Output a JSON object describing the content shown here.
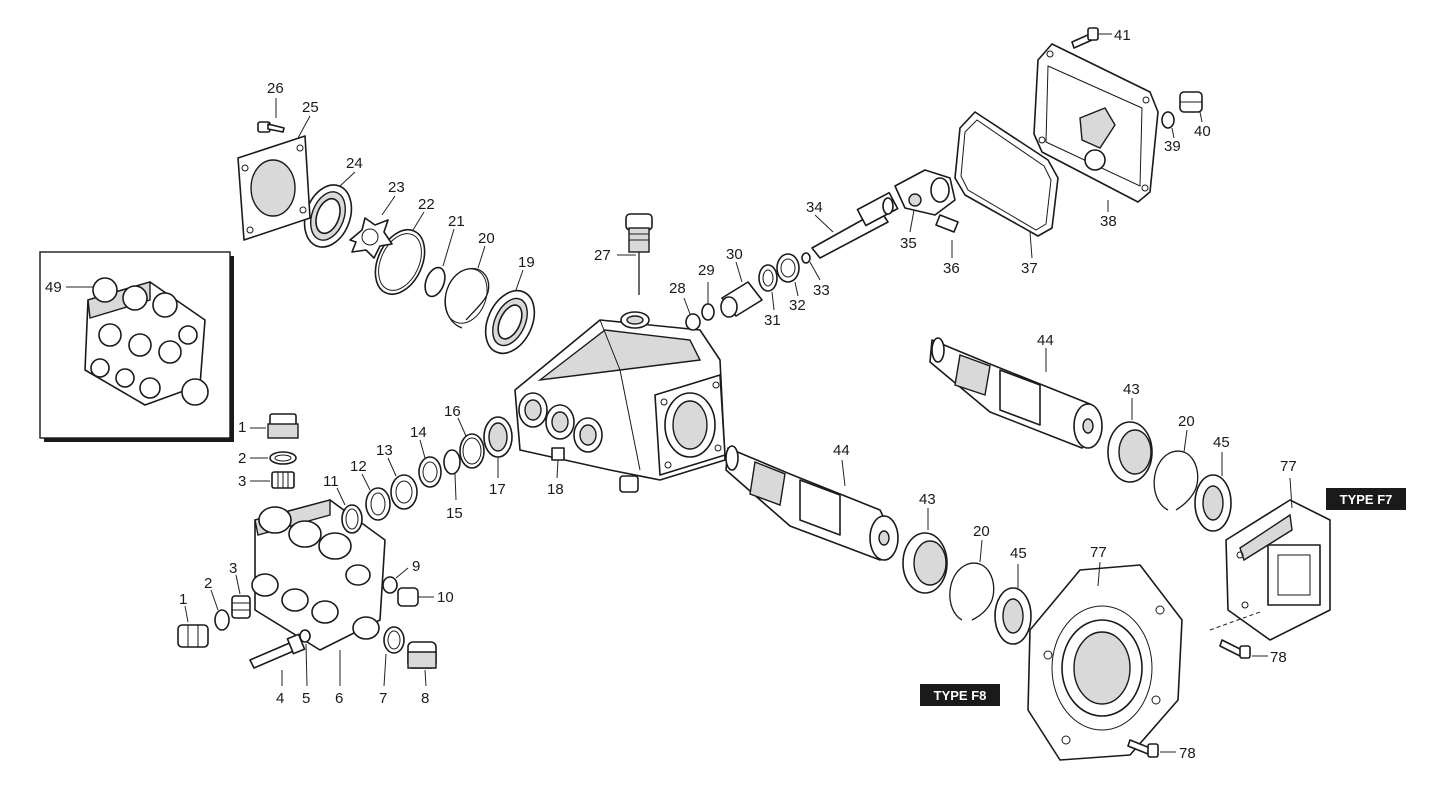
{
  "diagram": {
    "part_numbers": [
      "1",
      "2",
      "3",
      "4",
      "5",
      "6",
      "7",
      "8",
      "9",
      "10",
      "11",
      "12",
      "13",
      "14",
      "15",
      "17",
      "18",
      "19",
      "20",
      "21",
      "22",
      "23",
      "24",
      "25",
      "26",
      "27",
      "28",
      "29",
      "30",
      "31",
      "32",
      "33",
      "34",
      "35",
      "36",
      "37",
      "38",
      "39",
      "40",
      "41",
      "43",
      "44",
      "45",
      "49",
      "77",
      "78"
    ],
    "labels": {
      "l1a": "1",
      "l2a": "2",
      "l3a": "3",
      "l1b": "1",
      "l2b": "2",
      "l3b": "3",
      "l4": "4",
      "l5": "5",
      "l6": "6",
      "l7": "7",
      "l8": "8",
      "l9": "9",
      "l10": "10",
      "l11": "11",
      "l12": "12",
      "l13": "13",
      "l14": "14",
      "l15": "15",
      "l16": "16",
      "l17": "17",
      "l18": "18",
      "l19": "19",
      "l20a": "20",
      "l21": "21",
      "l22": "22",
      "l23": "23",
      "l24": "24",
      "l25": "25",
      "l26": "26",
      "l27": "27",
      "l28": "28",
      "l29": "29",
      "l30": "30",
      "l31": "31",
      "l32": "32",
      "l33": "33",
      "l34": "34",
      "l35": "35",
      "l36": "36",
      "l37": "37",
      "l38": "38",
      "l39": "39",
      "l40": "40",
      "l41": "41",
      "l44a": "44",
      "l43a": "43",
      "l20b": "20",
      "l45a": "45",
      "l77a": "77",
      "l78a": "78",
      "l44b": "44",
      "l43b": "43",
      "l20c": "20",
      "l45b": "45",
      "l77b": "77",
      "l78b": "78",
      "l49": "49"
    },
    "badges": {
      "type_f7": "TYPE F7",
      "type_f8": "TYPE F8"
    }
  }
}
